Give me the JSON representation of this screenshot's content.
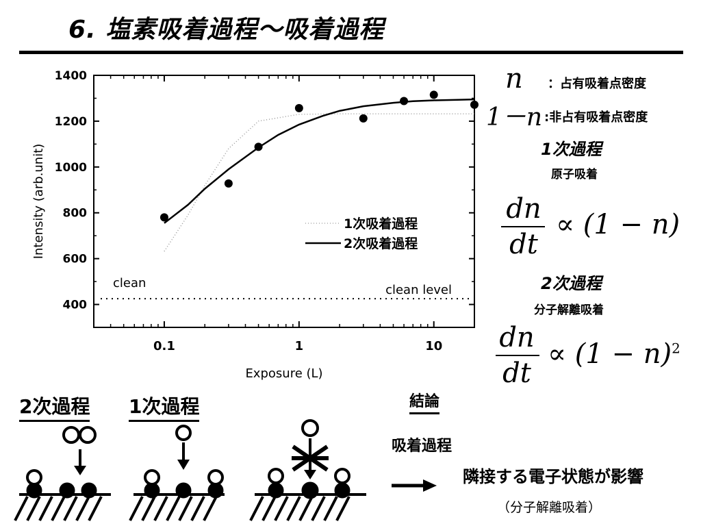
{
  "title": "6. 塩素吸着過程～吸着過程",
  "chart_data": {
    "type": "scatter",
    "xscale": "log",
    "xlim": [
      0.03,
      20
    ],
    "ylim": [
      300,
      1400
    ],
    "xlabel": "Exposure (L)",
    "ylabel": "Intensity (arb.unit)",
    "xticks": [
      0.1,
      1,
      10
    ],
    "xtick_labels": [
      "0.1",
      "1",
      "10"
    ],
    "yticks": [
      400,
      600,
      800,
      1000,
      1200,
      1400
    ],
    "ytick_labels": [
      "400",
      "600",
      "800",
      "1000",
      "1200",
      "1400"
    ],
    "points": {
      "x": [
        0.1,
        0.3,
        0.5,
        1,
        3,
        6,
        10,
        20
      ],
      "y": [
        780,
        928,
        1088,
        1257,
        1212,
        1288,
        1315,
        1272
      ]
    },
    "series": [
      {
        "name": "1次吸着過程",
        "style": "dotted",
        "x": [
          0.1,
          0.15,
          0.2,
          0.3,
          0.5,
          1,
          2,
          5,
          10,
          20
        ],
        "y": [
          632,
          790,
          920,
          1080,
          1200,
          1230,
          1232,
          1232,
          1232,
          1232
        ]
      },
      {
        "name": "2次吸着過程",
        "style": "solid",
        "x": [
          0.1,
          0.15,
          0.2,
          0.3,
          0.5,
          0.7,
          1,
          1.5,
          2,
          3,
          5,
          7,
          10,
          15,
          20
        ],
        "y": [
          755,
          835,
          905,
          990,
          1085,
          1140,
          1185,
          1223,
          1245,
          1265,
          1280,
          1287,
          1291,
          1293,
          1295
        ]
      }
    ],
    "clean_level": 425,
    "annotations": {
      "clean": "clean",
      "clean_level": "clean level"
    },
    "legend_position": "center-right",
    "grid": false
  },
  "definitions": {
    "n_symbol": "n",
    "n_label": "：占有吸着点密度",
    "one_minus_n_symbol": "1－n",
    "one_minus_n_label": ":非占有吸着点密度"
  },
  "process1": {
    "heading": "1次過程",
    "subheading": "原子吸着",
    "eq_num": "dn",
    "eq_den": "dt",
    "eq_rhs": "∝ (1 − n)"
  },
  "process2": {
    "heading": "2次過程",
    "subheading": "分子解離吸着",
    "eq_num": "dn",
    "eq_den": "dt",
    "eq_rhs": "∝ (1 − n)",
    "eq_exp": "2"
  },
  "diagram": {
    "label_2": "2次過程",
    "label_1": "1次過程"
  },
  "conclusion": {
    "heading": "結論",
    "line1": "吸着過程",
    "line2": "隣接する電子状態が影響",
    "line3": "（分子解離吸着）"
  }
}
